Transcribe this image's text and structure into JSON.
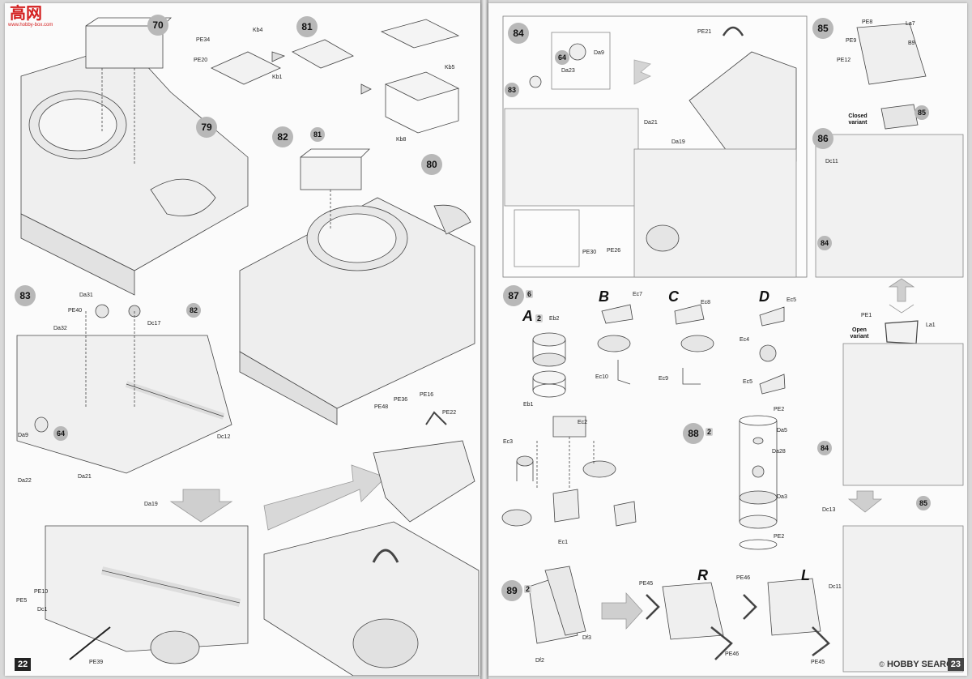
{
  "watermark": {
    "logo": "高网",
    "url": "www.hobby-box.com"
  },
  "left_page": {
    "page_number": "22",
    "steps": [
      "70",
      "81",
      "79",
      "82",
      "80",
      "81",
      "83",
      "82",
      "64"
    ],
    "labels": {
      "kb4": "Kb4",
      "pe34": "PE34",
      "pe20": "PE20",
      "kb1": "Kb1",
      "kb5": "Kb5",
      "kb8": "Kb8",
      "da31": "Da31",
      "pe40": "PE40",
      "da32": "Da32",
      "dc17": "Dc17",
      "da9": "Da9",
      "da22": "Da22",
      "dc12": "Dc12",
      "da21": "Da21",
      "da19": "Da19",
      "pe48": "PE48",
      "pe36": "PE36",
      "pe16": "PE16",
      "pe22": "PE22",
      "pe10": "PE10",
      "pe5": "PE5",
      "dc1": "Dc1",
      "pe39": "PE39"
    }
  },
  "right_page": {
    "page_number": "23",
    "steps": [
      "84",
      "64",
      "83",
      "85",
      "86",
      "84",
      "85",
      "87",
      "88",
      "89",
      "84",
      "85"
    ],
    "multipliers": {
      "s87": "6",
      "s88": "2",
      "s89": "2",
      "a": "2"
    },
    "letters": {
      "A": "A",
      "B": "B",
      "C": "C",
      "D": "D",
      "R": "R",
      "L": "L"
    },
    "labels": {
      "pe21": "PE21",
      "da9": "Da9",
      "da23": "Da23",
      "da21": "Da21",
      "da19": "Da19",
      "pe30": "PE30",
      "pe26": "PE26",
      "pe8": "PE8",
      "la7": "La7",
      "pe9": "PE9",
      "pe12": "PE12",
      "b9": "B9",
      "dc11": "Dc11",
      "pe1": "PE1",
      "la1": "La1",
      "dc13": "Dc13",
      "dc11b": "Dc11",
      "eb2": "Eb2",
      "eb1": "Eb1",
      "ec7": "Ec7",
      "ec10": "Ec10",
      "ec8": "Ec8",
      "ec9": "Ec9",
      "ec5": "Ec5",
      "ec4": "Ec4",
      "ec5b": "Ec5",
      "ec3": "Ec3",
      "ec2": "Ec2",
      "ec1": "Ec1",
      "pe2": "PE2",
      "da5": "Da5",
      "da28": "Da28",
      "da3": "Da3",
      "pe2b": "PE2",
      "pe45": "PE45",
      "pe46": "PE46",
      "df2": "Df2",
      "df3": "Df3",
      "pe46b": "PE46",
      "pe45b": "PE45"
    },
    "notes": {
      "closed": "Closed variant",
      "open": "Open variant"
    },
    "credit": {
      "brand": "HOBBY SEARCH",
      "copy": "©"
    }
  }
}
